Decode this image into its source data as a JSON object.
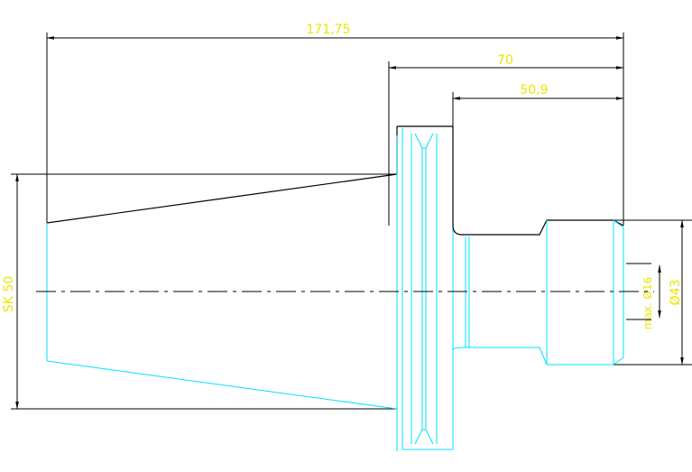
{
  "drawing": {
    "dimensions": {
      "overall_length": "171,75",
      "length_70": "70",
      "length_50_9": "50,9",
      "taper": "SK 50",
      "bore": "max. Ø16",
      "outer_diameter": "Ø43"
    },
    "colors": {
      "dimension_text": "#e8e800",
      "part_outline": "#00e0ff",
      "dimension_lines": "#000000",
      "background": "#ffffff"
    }
  }
}
